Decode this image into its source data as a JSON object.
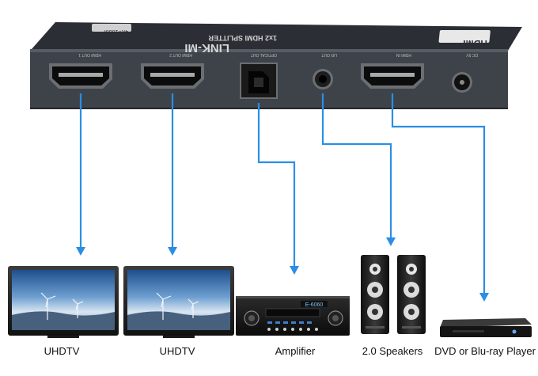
{
  "device": {
    "brand": "LINK-MI",
    "model": "1x2 HDMI SPLITTER",
    "version": "4K×1080P",
    "hdmi_logo": "HDMI",
    "ports": [
      "HDMI OUT 1",
      "HDMI OUT 2",
      "OPTICAL OUT",
      "L/R OUT",
      "HDMI IN",
      "DC 5V"
    ]
  },
  "targets": [
    {
      "label": "UHDTV"
    },
    {
      "label": "UHDTV"
    },
    {
      "label": "Amplifier",
      "display": "E-6060"
    },
    {
      "label": "2.0 Speakers"
    },
    {
      "label": "DVD or Blu-ray Player"
    }
  ],
  "colors": {
    "connector": "#2a8ee6",
    "device_body": "#3e434a",
    "device_top": "#2b2f35",
    "port": "#0c0c0c"
  },
  "icons": [
    "hdmi-port-icon",
    "optical-port-icon",
    "audio-jack-icon",
    "dc-jack-icon",
    "tv-icon",
    "amplifier-icon",
    "speaker-icon",
    "dvd-player-icon"
  ]
}
